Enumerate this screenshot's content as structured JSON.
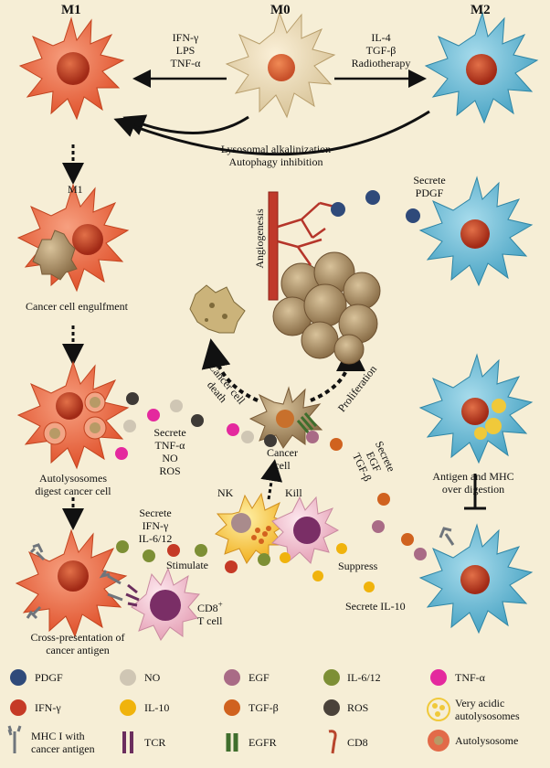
{
  "cells": {
    "m1": "M1",
    "m0": "M0",
    "m2": "M2"
  },
  "stimuli": {
    "m0_to_m1": [
      "IFN-γ",
      "LPS",
      "TNF-α"
    ],
    "m0_to_m2": [
      "IL-4",
      "TGF-β",
      "Radiotherapy"
    ],
    "repolarization": [
      "Lysosomal alkalinization",
      "Autophagy inhibition"
    ]
  },
  "labels": {
    "secrete_pdgf": [
      "Secrete",
      "PDGF"
    ],
    "angiogenesis": "Angiogenesis",
    "engulfment": "Cancer cell engulfment",
    "autolysosomes": [
      "Autolysosomes",
      "digest cancer cell"
    ],
    "secrete_tnf": [
      "Secrete",
      "TNF-α",
      "NO",
      "ROS"
    ],
    "cancer_cell_death": [
      "Cancer cell",
      "death"
    ],
    "proliferation": "Proliferation",
    "cancer_cell": [
      "Cancer",
      "cell"
    ],
    "secrete_egf": [
      "Secrete",
      "EGF",
      "TGF-β"
    ],
    "antigen_mhc": [
      "Antigen and MHC",
      "over digestion"
    ],
    "nk": "NK",
    "kill": "Kill",
    "secrete_ifn": [
      "Secrete",
      "IFN-γ",
      "IL-6/12"
    ],
    "stimulate": "Stimulate",
    "suppress": "Suppress",
    "secrete_il10": "Secrete IL-10",
    "cd8_tcell": [
      "CD8",
      "+",
      "T cell"
    ],
    "cross_presentation": [
      "Cross-presentation of",
      "cancer antigen"
    ]
  },
  "legend": [
    {
      "name": "PDGF",
      "icon": "pdgf-dot",
      "color": "#2f4a7a"
    },
    {
      "name": "NO",
      "icon": "no-dot",
      "color": "#cfc6b4"
    },
    {
      "name": "EGF",
      "icon": "egf-dot",
      "color": "#a96b86"
    },
    {
      "name": "IL-6/12",
      "icon": "il612-dot",
      "color": "#7d8f35"
    },
    {
      "name": "TNF-α",
      "icon": "tnf-dot",
      "color": "#e4299e"
    },
    {
      "name": "IFN-γ",
      "icon": "ifn-dot",
      "color": "#c53a26"
    },
    {
      "name": "IL-10",
      "icon": "il10-dot",
      "color": "#f0b30c"
    },
    {
      "name": "TGF-β",
      "icon": "tgf-dot",
      "color": "#d0621f"
    },
    {
      "name": "ROS",
      "icon": "ros-dot",
      "color": "#4a423a"
    },
    {
      "name": "Very acidic autolysosomes",
      "icon": "acidic-icon",
      "color": "#f0c93a"
    },
    {
      "name": "MHC I with cancer antigen",
      "icon": "mhc-icon",
      "color": "#7a7f86"
    },
    {
      "name": "TCR",
      "icon": "tcr-icon",
      "color": "#6b2e5e"
    },
    {
      "name": "EGFR",
      "icon": "egfr-icon",
      "color": "#3f6e2d"
    },
    {
      "name": "CD8",
      "icon": "cd8-icon",
      "color": "#b8452d"
    },
    {
      "name": "Autolysosome",
      "icon": "autolysosome-icon",
      "color": "#e26a49"
    }
  ]
}
